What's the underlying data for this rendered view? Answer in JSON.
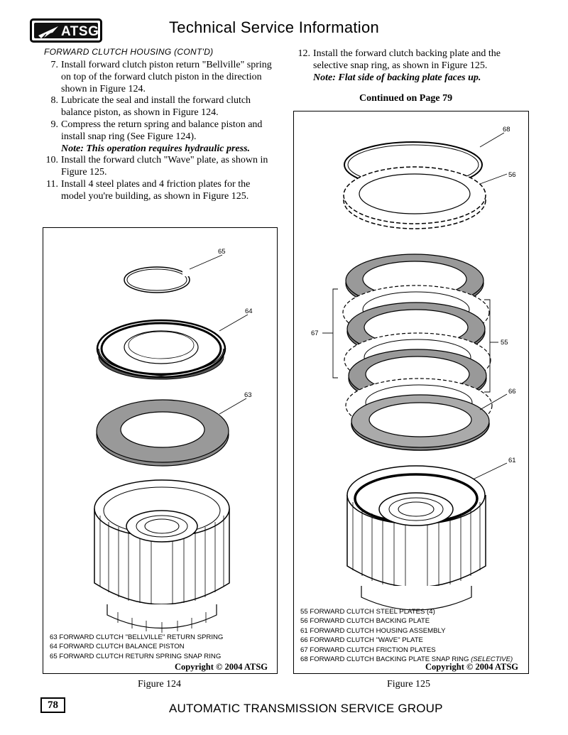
{
  "header": {
    "logo_text": "ATSG",
    "title": "Technical Service Information"
  },
  "section_title": "FORWARD CLUTCH HOUSING (CONT'D)",
  "steps_left": [
    {
      "num": "7.",
      "text": "Install forward clutch piston return \"Bellville\" spring on top of the forward clutch piston in the direction shown in Figure 124.",
      "note": ""
    },
    {
      "num": "8.",
      "text": "Lubricate the seal and install the forward clutch balance piston, as shown in Figure 124.",
      "note": ""
    },
    {
      "num": "9.",
      "text": "Compress the return spring and balance piston and install snap ring  (See Figure 124).",
      "note": "Note: This operation requires hydraulic press."
    },
    {
      "num": "10.",
      "text": "Install the forward clutch \"Wave\" plate, as shown in Figure 125.",
      "note": ""
    },
    {
      "num": "11.",
      "text": "Install 4 steel plates and 4 friction plates for the model you're building, as shown in Figure 125.",
      "note": ""
    }
  ],
  "steps_right": [
    {
      "num": "12.",
      "text": "Install the forward clutch backing plate and the selective snap ring, as shown in Figure 125.",
      "note": "Note: Flat side of backing plate faces up."
    }
  ],
  "continued": "Continued on Page 79",
  "figure124": {
    "labels": {
      "p65": "65",
      "p64": "64",
      "p63": "63"
    },
    "legend": [
      "63 FORWARD CLUTCH \"BELLVILLE\" RETURN SPRING",
      "64 FORWARD CLUTCH BALANCE PISTON",
      "65 FORWARD CLUTCH RETURN SPRING SNAP RING"
    ],
    "copyright": "Copyright © 2004 ATSG",
    "caption": "Figure 124"
  },
  "figure125": {
    "labels": {
      "p68": "68",
      "p56": "56",
      "p67": "67",
      "p55": "55",
      "p66": "66",
      "p61": "61"
    },
    "legend": [
      "55 FORWARD CLUTCH STEEL PLATES (4)",
      "56 FORWARD CLUTCH BACKING PLATE",
      "61 FORWARD CLUTCH HOUSING ASSEMBLY",
      "66 FORWARD CLUTCH \"WAVE\" PLATE",
      "67 FORWARD CLUTCH FRICTION PLATES",
      "68 FORWARD CLUTCH BACKING PLATE SNAP RING"
    ],
    "legend_last_suffix": "(SELECTIVE)",
    "copyright": "Copyright © 2004 ATSG",
    "caption": "Figure 125"
  },
  "footer": {
    "page_number": "78",
    "org": "AUTOMATIC TRANSMISSION SERVICE GROUP"
  }
}
